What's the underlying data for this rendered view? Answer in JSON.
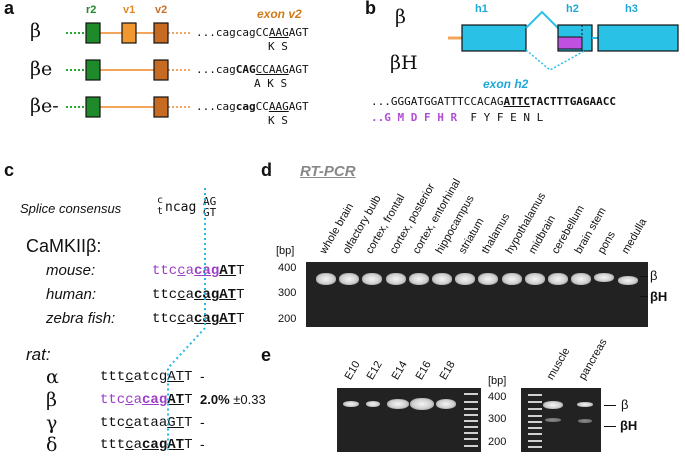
{
  "panel_a": {
    "letter": "a",
    "exons": {
      "r2": "r2",
      "v1": "v1",
      "v2": "v2"
    },
    "exon_v2_label": "exon v2",
    "rows": [
      {
        "isoform": "β",
        "seq_pre": "...cagcagCC",
        "seq_mid": "AAG",
        "seq_post": "AGT",
        "aa": "K  S"
      },
      {
        "isoform": "βe",
        "seq_pre": "...cag",
        "seq_bold": "CAG",
        "seq_mid": "CC",
        "seq_mid2": "AAG",
        "seq_post": "AGT",
        "aa": "A  K  S"
      },
      {
        "isoform": "βe-",
        "seq_pre": "...cag",
        "seq_bold": "cag",
        "seq_mid": "CC",
        "seq_mid2": "AAG",
        "seq_post": "AGT",
        "aa": "K  S"
      }
    ]
  },
  "panel_b": {
    "letter": "b",
    "isoforms": [
      "β",
      "βH"
    ],
    "exons": [
      "h1",
      "h2",
      "h3"
    ],
    "exon_h2_label": "exon h2",
    "seq_plain": "...GGGATGGATTTCCACAG",
    "seq_bold": "ATTC",
    "seq_bold2": "TACTTTGAGAACC",
    "aa_purple": "..G  M  D  F  H  R",
    "aa_black": "F  Y  F  E  N  L"
  },
  "panel_c": {
    "letter": "c",
    "consensus_label": "Splice consensus",
    "consensus_top": "c",
    "consensus_bot": "t",
    "consensus_mid": "ncag",
    "consensus_ag": "AG",
    "consensus_gt": "GT",
    "gene_title": "CaMKIIβ:",
    "species": [
      {
        "name": "mouse:",
        "p1": "ttc",
        "p2": "c",
        "p3": "a",
        "p4": "cag",
        "p5": "AT",
        "p6": "T"
      },
      {
        "name": "human:",
        "p1": "ttc",
        "p2": "c",
        "p3": "a",
        "p4": "cag",
        "p5": "AT",
        "p6": "T"
      },
      {
        "name": "zebra fish:",
        "p1": "ttc",
        "p2": "c",
        "p3": "a",
        "p4": "cag",
        "p5": "AT",
        "p6": "T"
      }
    ],
    "rat_title": "rat:",
    "rat_rows": [
      {
        "isoform": "α",
        "seq1": "ttt",
        "seq2": "c",
        "seq3": "atcg",
        "seq4": "AT",
        "seq5": "T",
        "value": "-"
      },
      {
        "isoform": "β",
        "seq1": "ttc",
        "seq2": "c",
        "seq3": "a",
        "seq4": "cag",
        "seq5": "AT",
        "seq6": "T",
        "value": "2.0%",
        "err": "±0.33"
      },
      {
        "isoform": "γ",
        "seq1": "ttc",
        "seq2": "c",
        "seq3": "ataa",
        "seq4": "GT",
        "seq5": "T",
        "value": "-"
      },
      {
        "isoform": "δ",
        "seq1": "ttt",
        "seq2": "c",
        "seq3": "a",
        "seq4": "cag",
        "seq5": "AT",
        "seq6": "T",
        "value": "-"
      }
    ]
  },
  "panel_d": {
    "letter": "d",
    "title": "RT-PCR",
    "unit": "[bp]",
    "ticks": [
      "400",
      "300",
      "200"
    ],
    "lanes": [
      "whole brain",
      "olfactory bulb",
      "cortex, frontal",
      "cortex, posterior",
      "cortex, entorhinal",
      "hippocampus",
      "striatum",
      "thalamus",
      "hypothalamus",
      "midbrain",
      "cerebellum",
      "brain stem",
      "pons",
      "medulla"
    ],
    "band_beta": "β",
    "band_betaH": "βH"
  },
  "panel_e": {
    "letter": "e",
    "lanes_left": [
      "E10",
      "E12",
      "E14",
      "E16",
      "E18"
    ],
    "lanes_right": [
      "muscle",
      "pancreas"
    ],
    "unit": "[bp]",
    "ticks": [
      "400",
      "300",
      "200"
    ],
    "band_beta": "β",
    "band_betaH": "βH"
  },
  "colors": {
    "green": "#1f8a2a",
    "orange": "#f08c2a",
    "brown": "#c8702a",
    "cyan": "#29c1e6",
    "purple": "#b04fd6",
    "exon_label_orange": "#d07a1a",
    "exon_label_cyan": "#1ea8d8"
  }
}
